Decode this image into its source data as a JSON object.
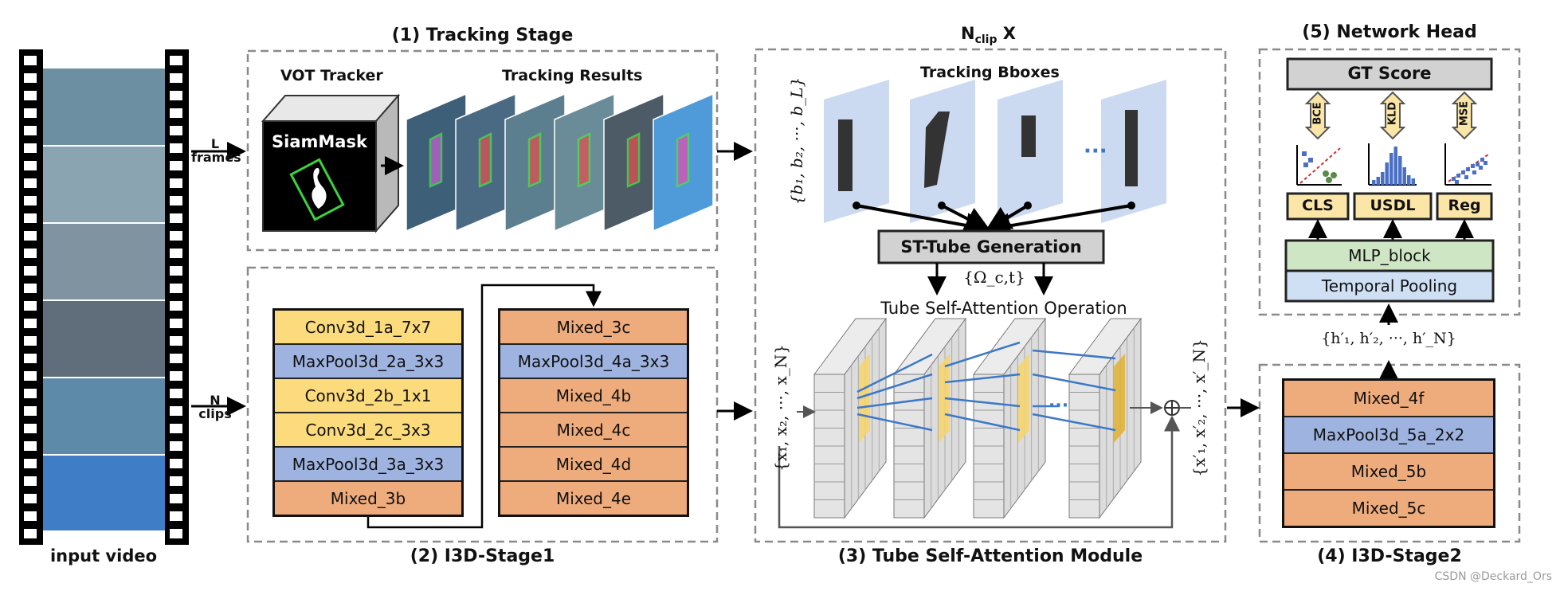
{
  "colors": {
    "yellow": "#fbdb7b",
    "blue": "#9eb3e0",
    "orange": "#eeab7c",
    "green": "#cfe6c4",
    "lightblue": "#cfe0f5",
    "gray": "#d2d2d2",
    "dashed": "#8a8a8a",
    "line": "#3c78c8"
  },
  "input": {
    "label": "input video",
    "arrow_top": [
      "L",
      "frames"
    ],
    "arrow_bottom": [
      "N",
      "clips"
    ]
  },
  "tracking": {
    "title": "(1) Tracking Stage",
    "vot_label": "VOT Tracker",
    "siammask": "SiamMask",
    "results_label": "Tracking Results"
  },
  "i3d1": {
    "title": "(2) I3D-Stage1",
    "left_blocks": [
      {
        "label": "Conv3d_1a_7x7",
        "color": "yellow"
      },
      {
        "label": "MaxPool3d_2a_3x3",
        "color": "blue"
      },
      {
        "label": "Conv3d_2b_1x1",
        "color": "yellow"
      },
      {
        "label": "Conv3d_2c_3x3",
        "color": "yellow"
      },
      {
        "label": "MaxPool3d_3a_3x3",
        "color": "blue"
      },
      {
        "label": "Mixed_3b",
        "color": "orange"
      }
    ],
    "right_blocks": [
      {
        "label": "Mixed_3c",
        "color": "orange"
      },
      {
        "label": "MaxPool3d_4a_3x3",
        "color": "blue"
      },
      {
        "label": "Mixed_4b",
        "color": "orange"
      },
      {
        "label": "Mixed_4c",
        "color": "orange"
      },
      {
        "label": "Mixed_4d",
        "color": "orange"
      },
      {
        "label": "Mixed_4e",
        "color": "orange"
      }
    ]
  },
  "tsa": {
    "top_label_main": "N",
    "top_label_sub": "clip",
    "top_label_tail": " X",
    "bboxes_label": "Tracking Bboxes",
    "bbox_set": "{b₁, b₂, ···, b_L}",
    "gen_label": "ST-Tube Generation",
    "omega": "{Ω_c,t}",
    "op_label": "Tube Self-Attention Operation",
    "x_in": "{x₁, x₂, ···, x_N}",
    "x_out": "{x′₁, x′₂, ···, x′_N}",
    "title": "(3) Tube Self-Attention Module"
  },
  "head": {
    "title": "(5) Network Head",
    "gt": "GT Score",
    "losses": [
      "BCE",
      "KLD",
      "MSE"
    ],
    "outputs": [
      "CLS",
      "USDL",
      "Reg"
    ],
    "mlp": "MLP_block",
    "pool": "Temporal Pooling",
    "h_set": "{h′₁, h′₂, ···, h′_N}"
  },
  "i3d2": {
    "title": "(4) I3D-Stage2",
    "blocks": [
      {
        "label": "Mixed_4f",
        "color": "orange"
      },
      {
        "label": "MaxPool3d_5a_2x2",
        "color": "blue"
      },
      {
        "label": "Mixed_5b",
        "color": "orange"
      },
      {
        "label": "Mixed_5c",
        "color": "orange"
      }
    ]
  },
  "watermark": "CSDN @Deckard_Ors"
}
